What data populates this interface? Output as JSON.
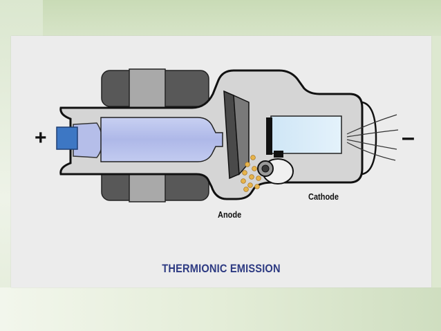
{
  "diagram": {
    "caption": "THERMIONIC EMISSION",
    "labels": {
      "anode": "Anode",
      "cathode": "Cathode"
    },
    "terminals": {
      "positive": "+",
      "negative": "–"
    }
  },
  "colors": {
    "slide_background": "#ececec",
    "tube_glass": "#d6d6d6",
    "stator_dark": "#555555",
    "stator_light": "#a9a9a9",
    "anode_stem": "#b7c0ea",
    "anode_disk": "#4a4a4a",
    "cathode_block": "#d7ecf8",
    "connector": "#3d77c4",
    "electrons": "#e7b44a",
    "caption": "#2d3a82"
  }
}
